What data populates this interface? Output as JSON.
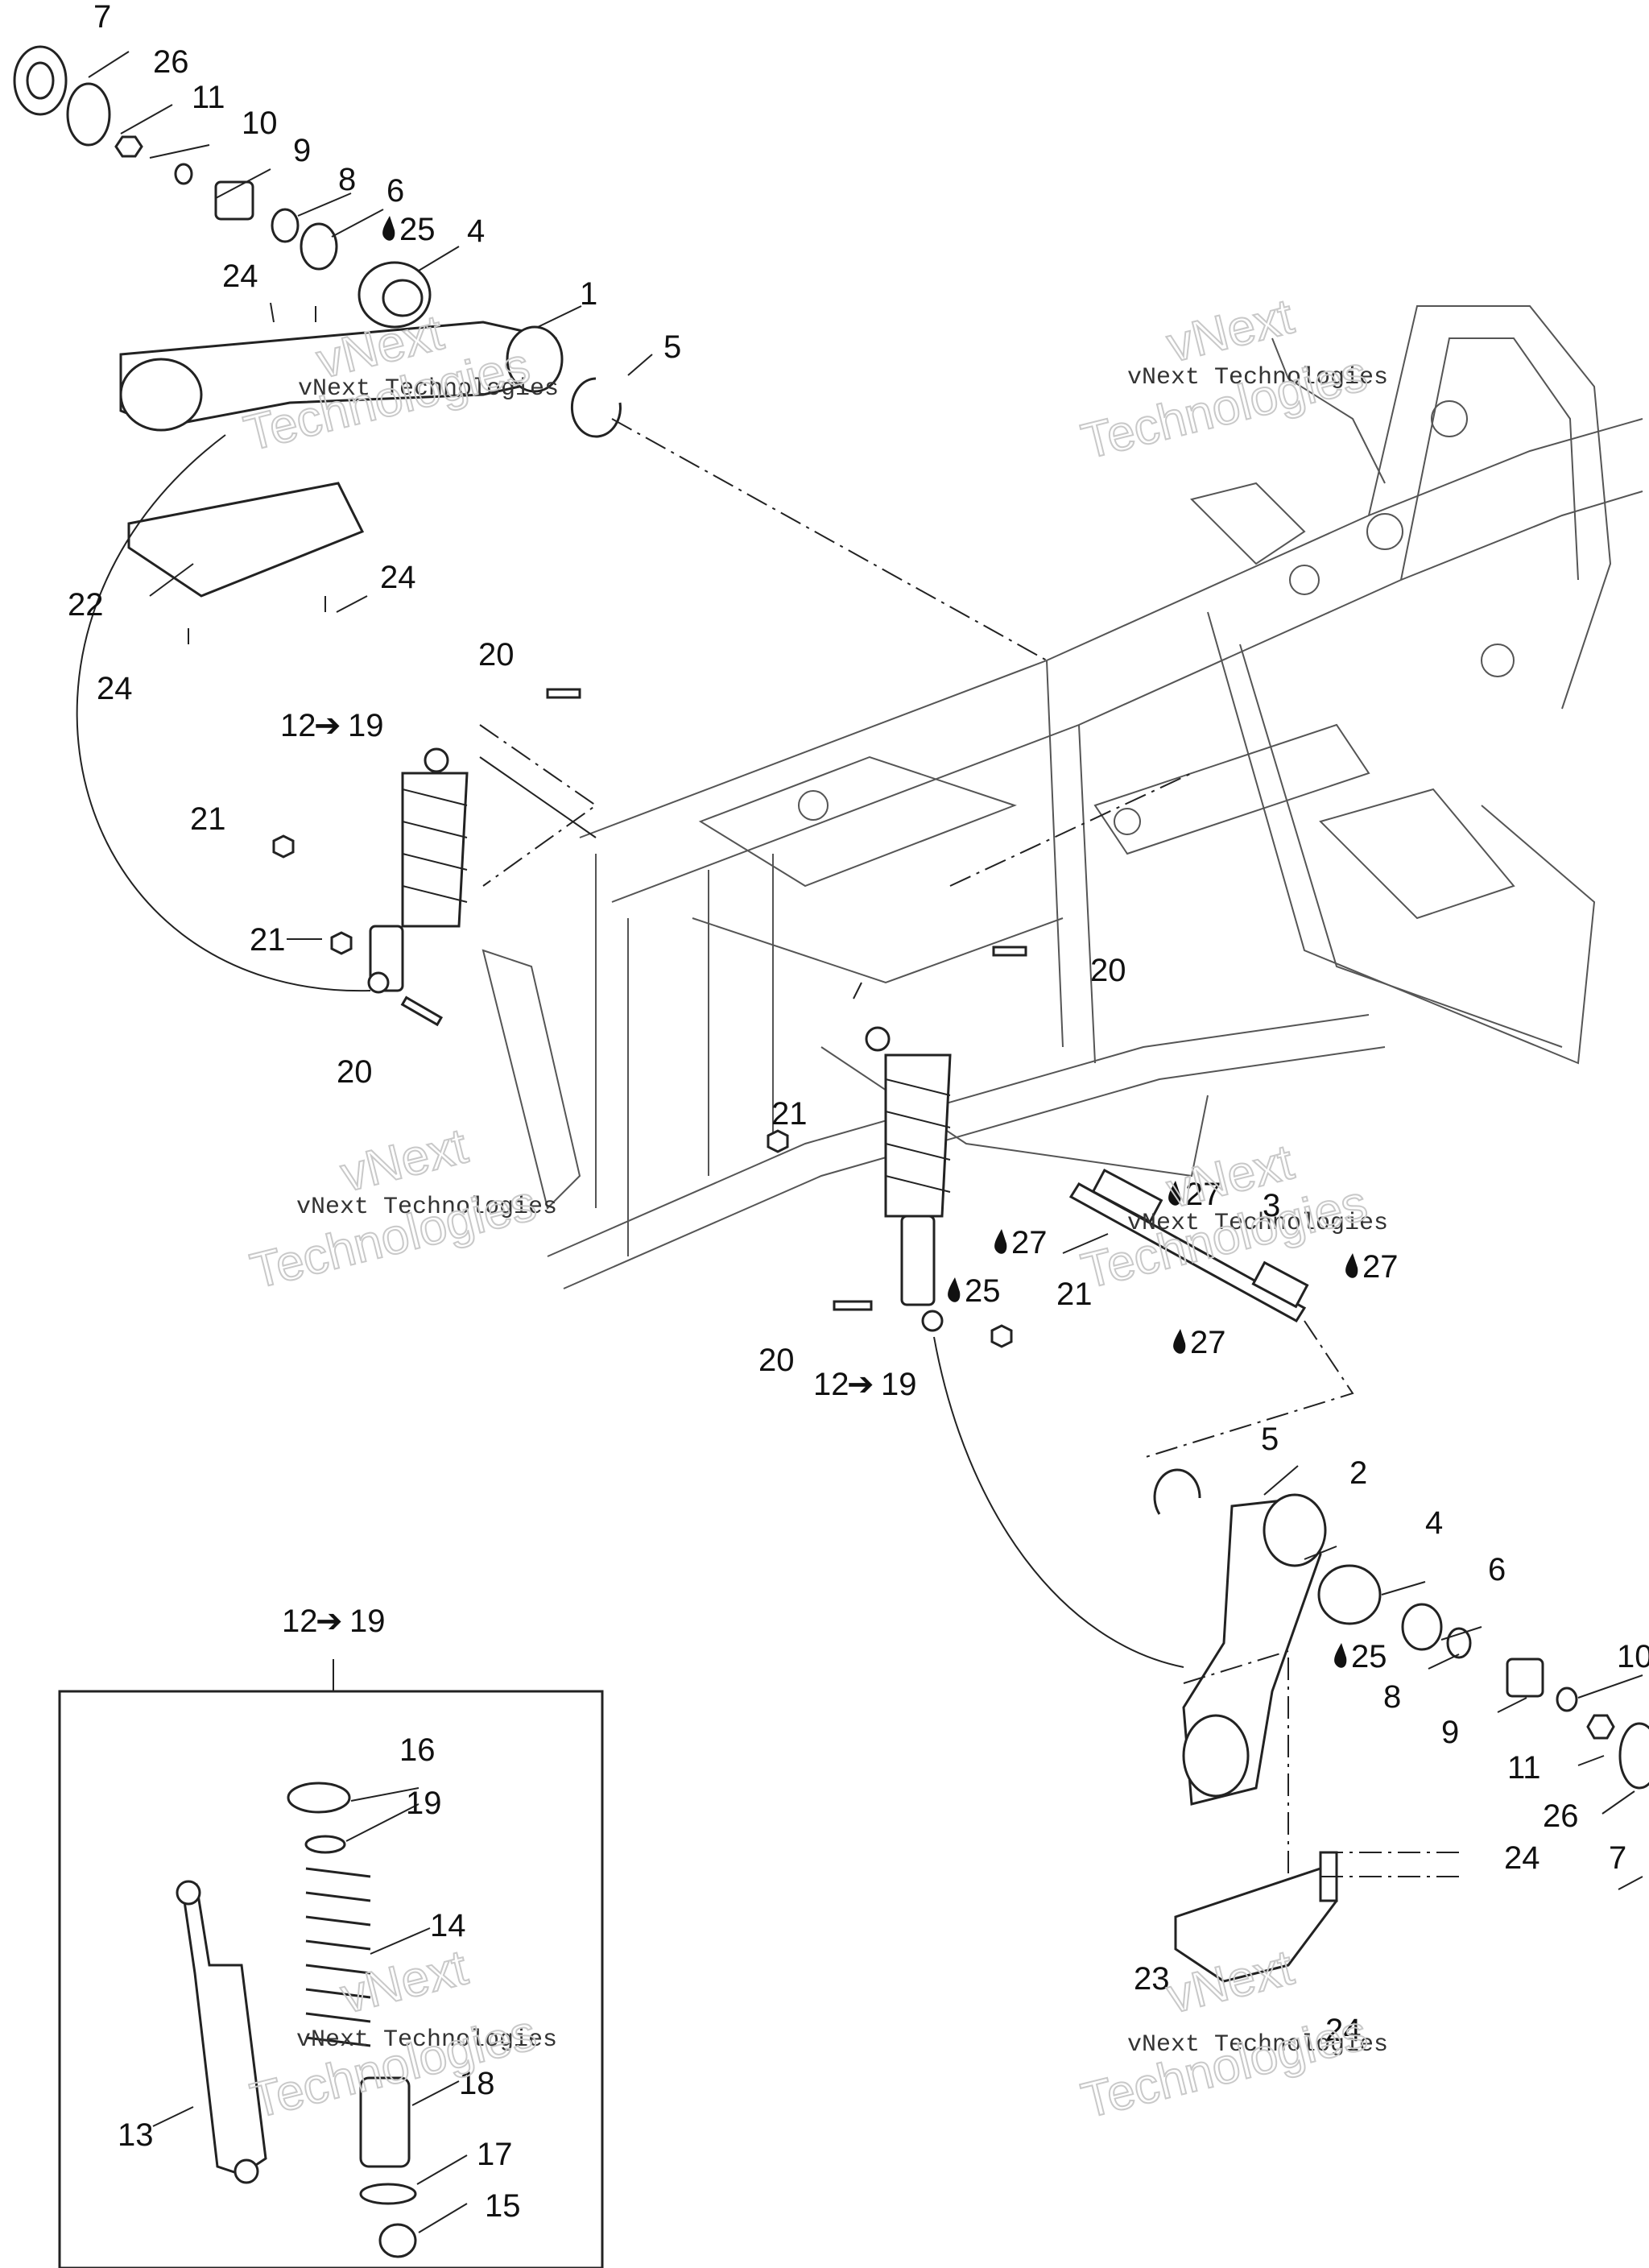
{
  "watermark": {
    "line1": "vNext Technologies",
    "line2": "vNext",
    "line3": "Technologies"
  },
  "callouts": {
    "c7_top": "7",
    "c26_top": "26",
    "c11_top": "11",
    "c10_top": "10",
    "c9_top": "9",
    "c8_top": "8",
    "c6_top": "6",
    "c25_top": "25",
    "c4_top": "4",
    "c24_a": "24",
    "c1": "1",
    "c5_top": "5",
    "c22": "22",
    "c24_b": "24",
    "c24_c": "24",
    "c20_a": "20",
    "c12_19_a": "12",
    "c19_a": "19",
    "c21_a": "21",
    "c21_b": "21",
    "c20_b": "20",
    "c20_c": "20",
    "c21_c": "21",
    "c27_a": "27",
    "c3": "3",
    "c25_mid": "25",
    "c27_b": "27",
    "c27_c": "27",
    "c21_d": "21",
    "c27_d": "27",
    "c20_d": "20",
    "c12_19_b": "12",
    "c19_b": "19",
    "c5_bottom": "5",
    "c2": "2",
    "c4_bottom": "4",
    "c6_bottom": "6",
    "c10_bottom": "10",
    "c25_bottom": "25",
    "c8_bottom": "8",
    "c9_bottom": "9",
    "c11_bottom": "11",
    "c26_bottom": "26",
    "c24_d": "24",
    "c7_bottom": "7",
    "c23": "23",
    "c24_e": "24",
    "c12_19_c": "12",
    "c19_c": "19",
    "c16": "16",
    "c19_inset": "19",
    "c14": "14",
    "c13": "13",
    "c18": "18",
    "c17": "17",
    "c15": "15"
  },
  "symbols": {
    "arrow": "➔",
    "lubricant": "drop-icon"
  }
}
